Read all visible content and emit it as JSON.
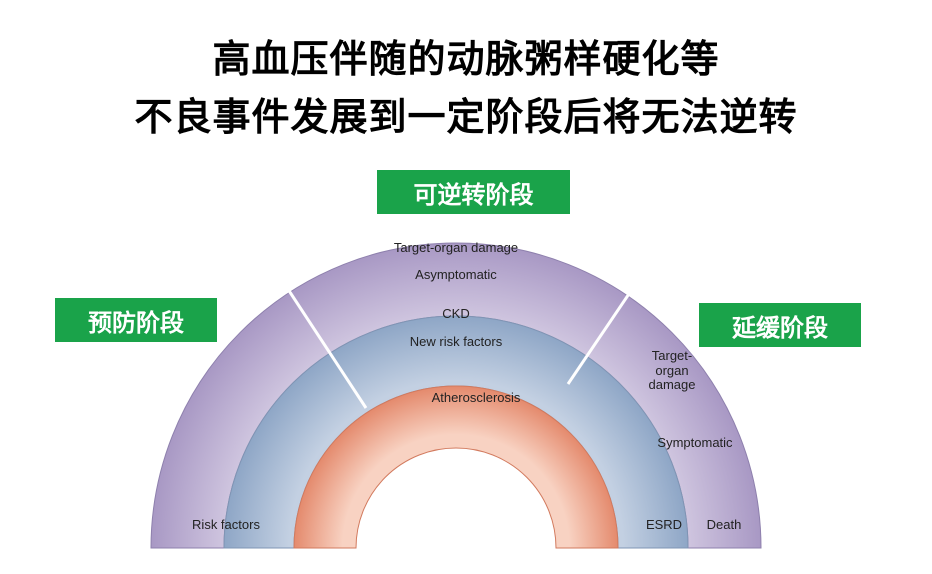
{
  "title": {
    "line1": "高血压伴随的动脉粥样硬化等",
    "line2": "不良事件发展到一定阶段后将无法逆转"
  },
  "stages": {
    "reversible": "可逆转阶段",
    "prevention": "预防阶段",
    "delay": "延缓阶段"
  },
  "diagram": {
    "outer_ring": {
      "top_line1": "Target-organ damage",
      "top_line2": "Asymptomatic",
      "left_bottom": "Risk factors",
      "right_line1": "Target-",
      "right_line2": "organ",
      "right_line3": "damage",
      "right_mid": "Symptomatic",
      "right_bottom": "Death"
    },
    "middle_ring": {
      "top_line1": "CKD",
      "top_line2": "New risk factors",
      "right_bottom": "ESRD"
    },
    "inner_ring": {
      "label": "Atherosclerosis"
    }
  },
  "colors": {
    "stage_green": "#1aa34a",
    "outer_ring": "#b4a6cc",
    "middle_ring": "#97aecb",
    "inner_ring": "#e8957a"
  }
}
